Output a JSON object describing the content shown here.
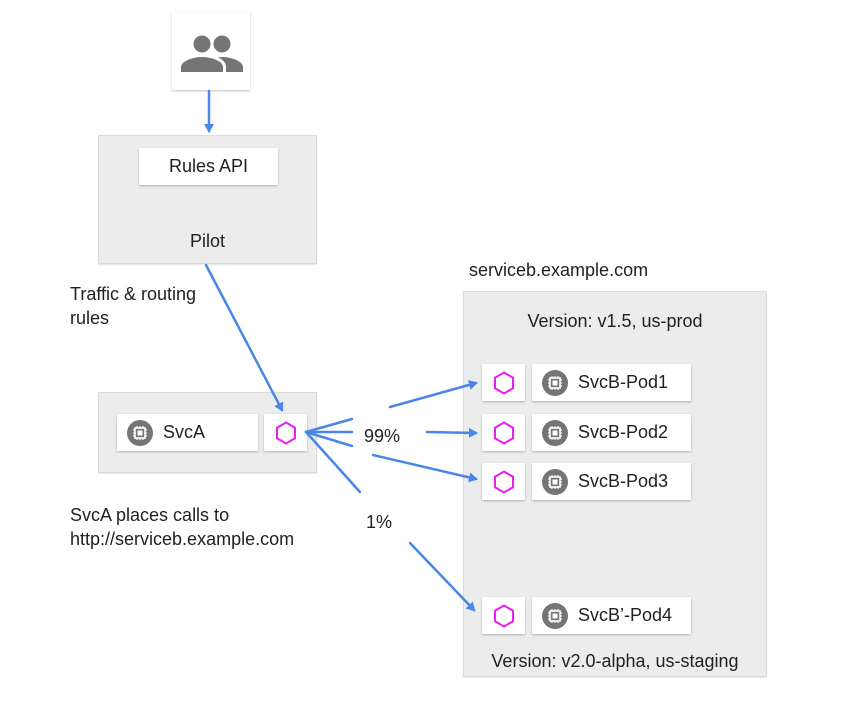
{
  "users": {
    "icon": "people-icon"
  },
  "pilot": {
    "rules_api_label": "Rules API",
    "label": "Pilot"
  },
  "traffic_rules_label": [
    "Traffic & routing",
    "rules"
  ],
  "svca": {
    "label": "SvcA",
    "note": [
      "SvcA places calls to",
      "http://serviceb.example.com"
    ]
  },
  "percentages": {
    "major": "99%",
    "minor": "1%"
  },
  "serviceb": {
    "host": "serviceb.example.com",
    "version_prod": "Version: v1.5, us-prod",
    "version_staging": "Version: v2.0-alpha, us-staging",
    "pods": [
      "SvcB-Pod1",
      "SvcB-Pod2",
      "SvcB-Pod3",
      "SvcB’-Pod4"
    ]
  },
  "colors": {
    "arrow": "#4a86e8",
    "proxy_hex": "#e91ef0",
    "icon_gray": "#757575",
    "panel_bg": "#ececec"
  }
}
